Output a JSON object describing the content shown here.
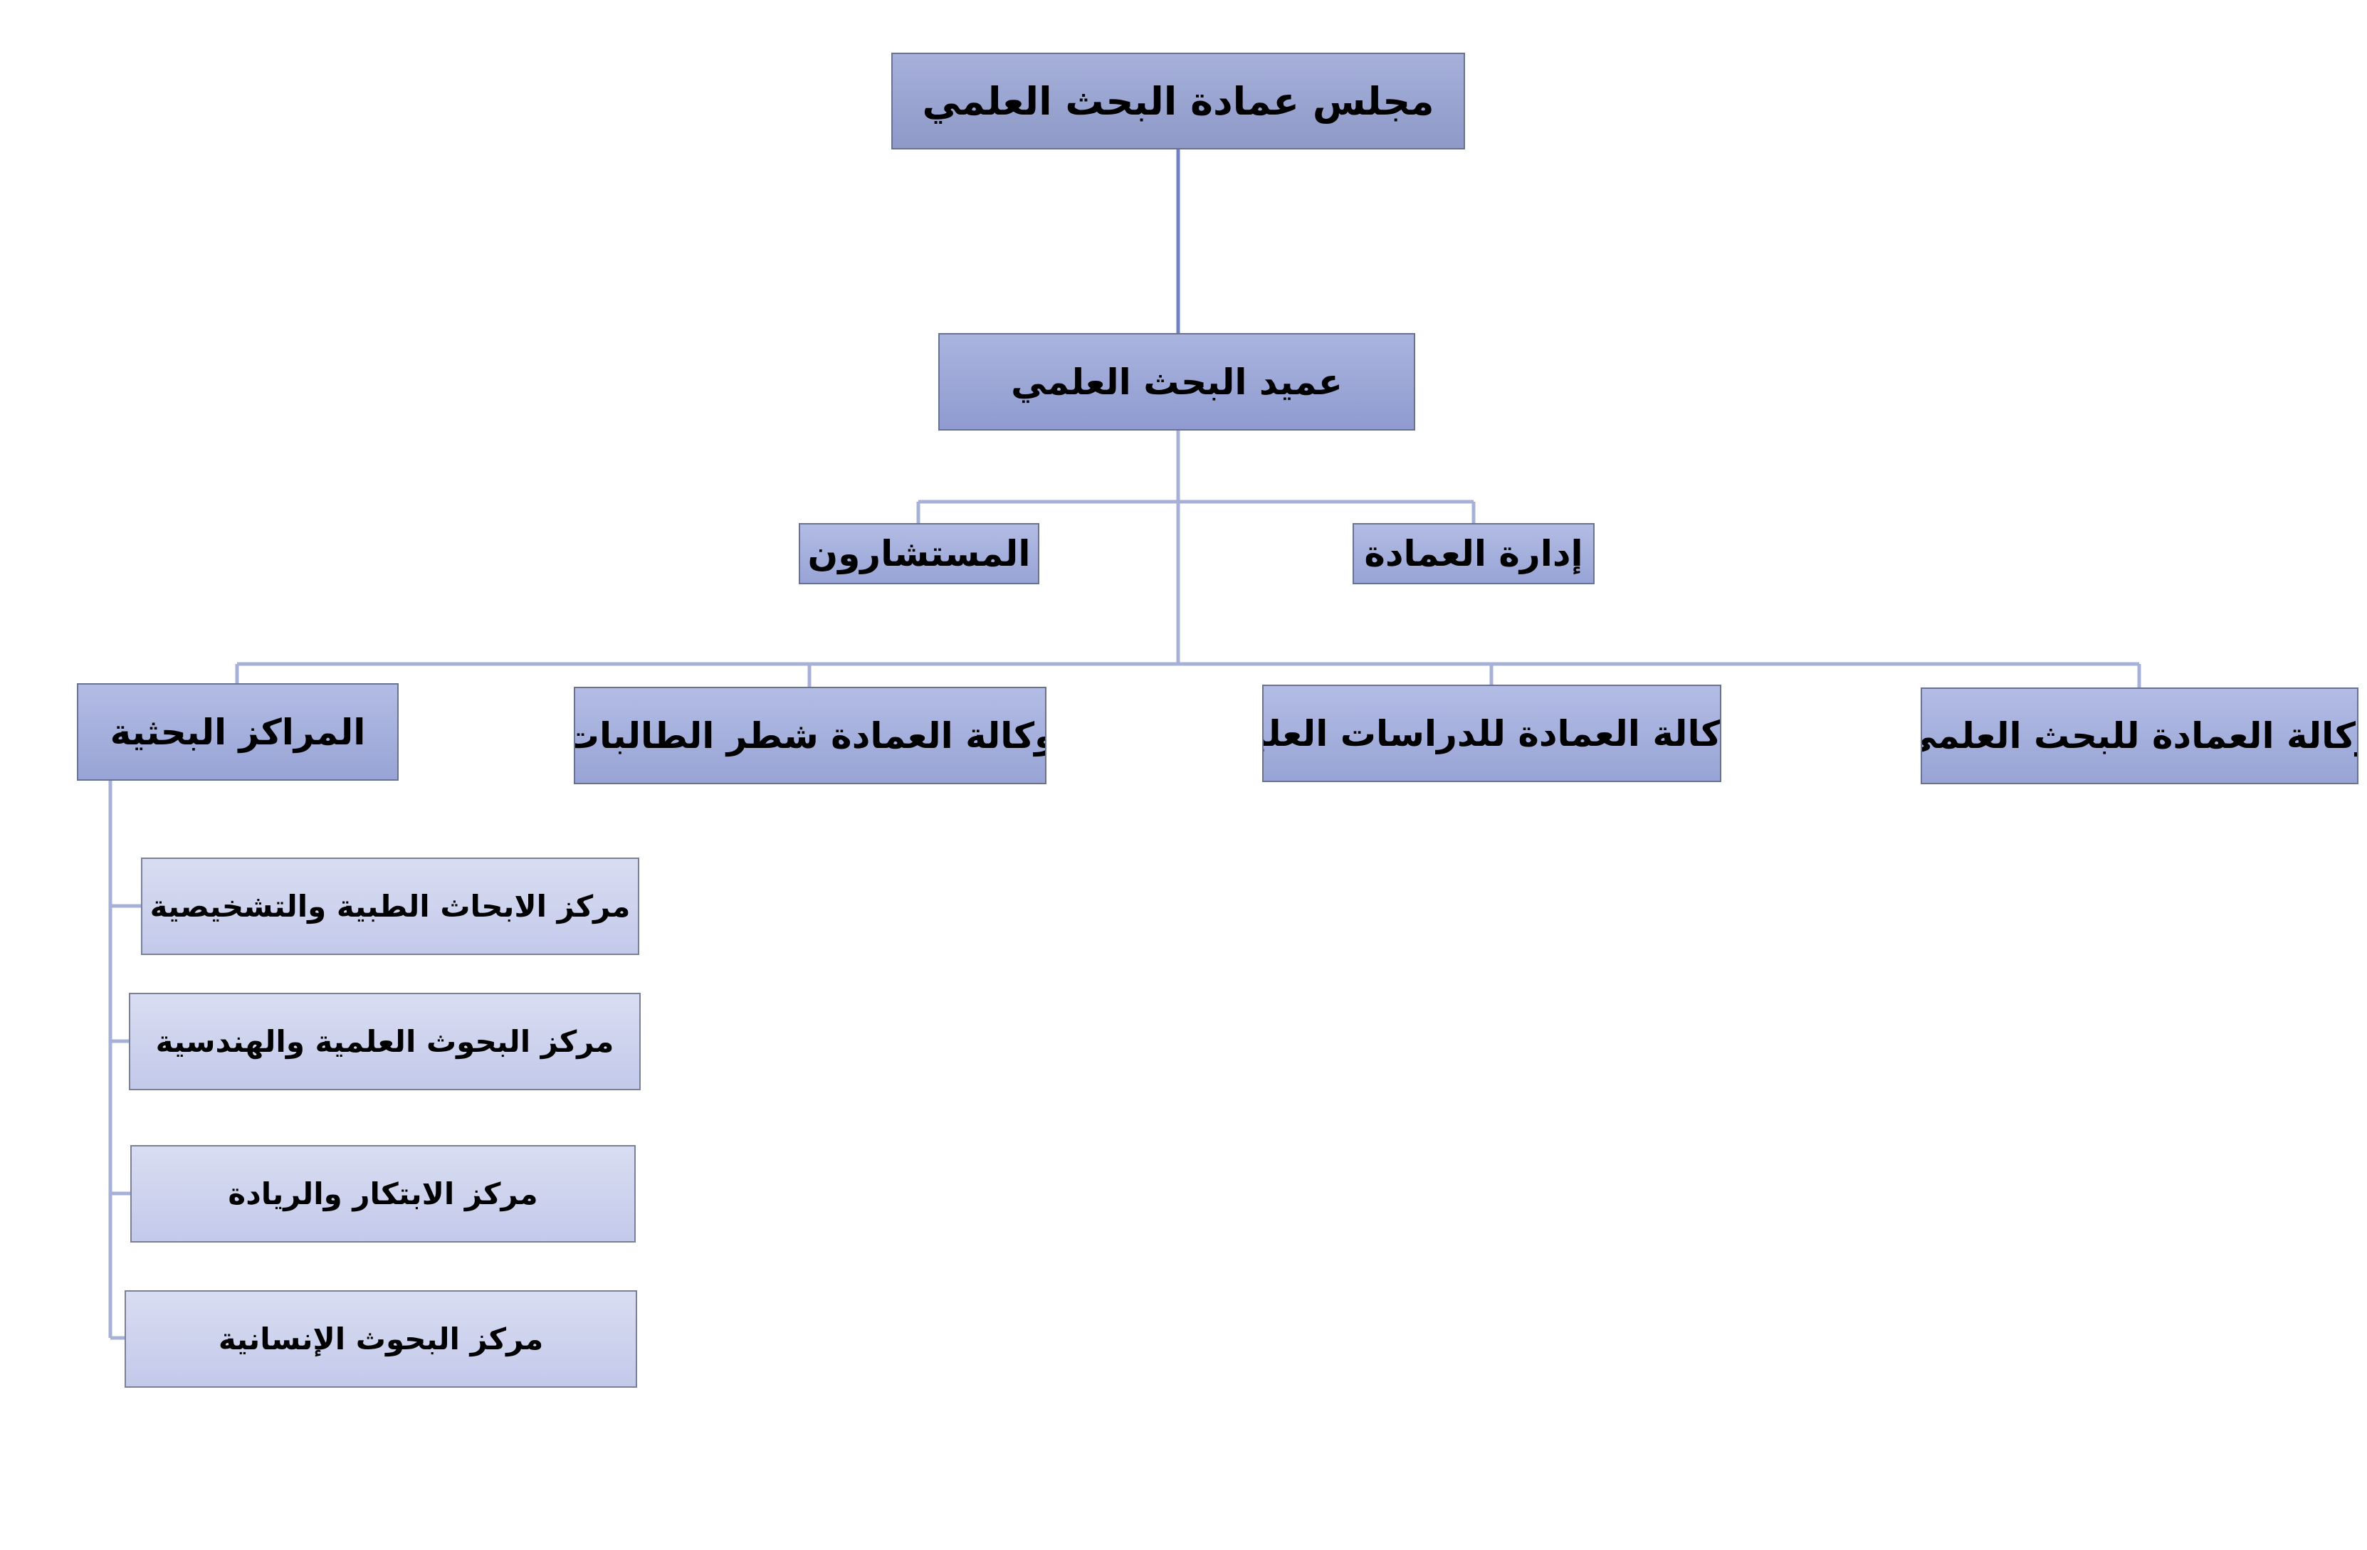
{
  "org_chart": {
    "council": "مجلس عمادة البحث العلمي",
    "dean": "عميد البحث العلمي",
    "dean_office": "إدارة العمادة",
    "consultants": "المستشارون",
    "vice_research": "وكالة العمادة للبحث العلمي",
    "vice_graduate": "وكالة العمادة للدراسات العليا",
    "vice_female": "وكالة العمادة شطر الطالبات",
    "research_centers": "المراكز البحثية",
    "centers": [
      "مركز الابحاث الطبية والتشخيصية",
      "مركز البحوث العلمية والهندسية",
      "مركز الابتكار والريادة",
      "مركز البحوث الإنسانية"
    ]
  }
}
